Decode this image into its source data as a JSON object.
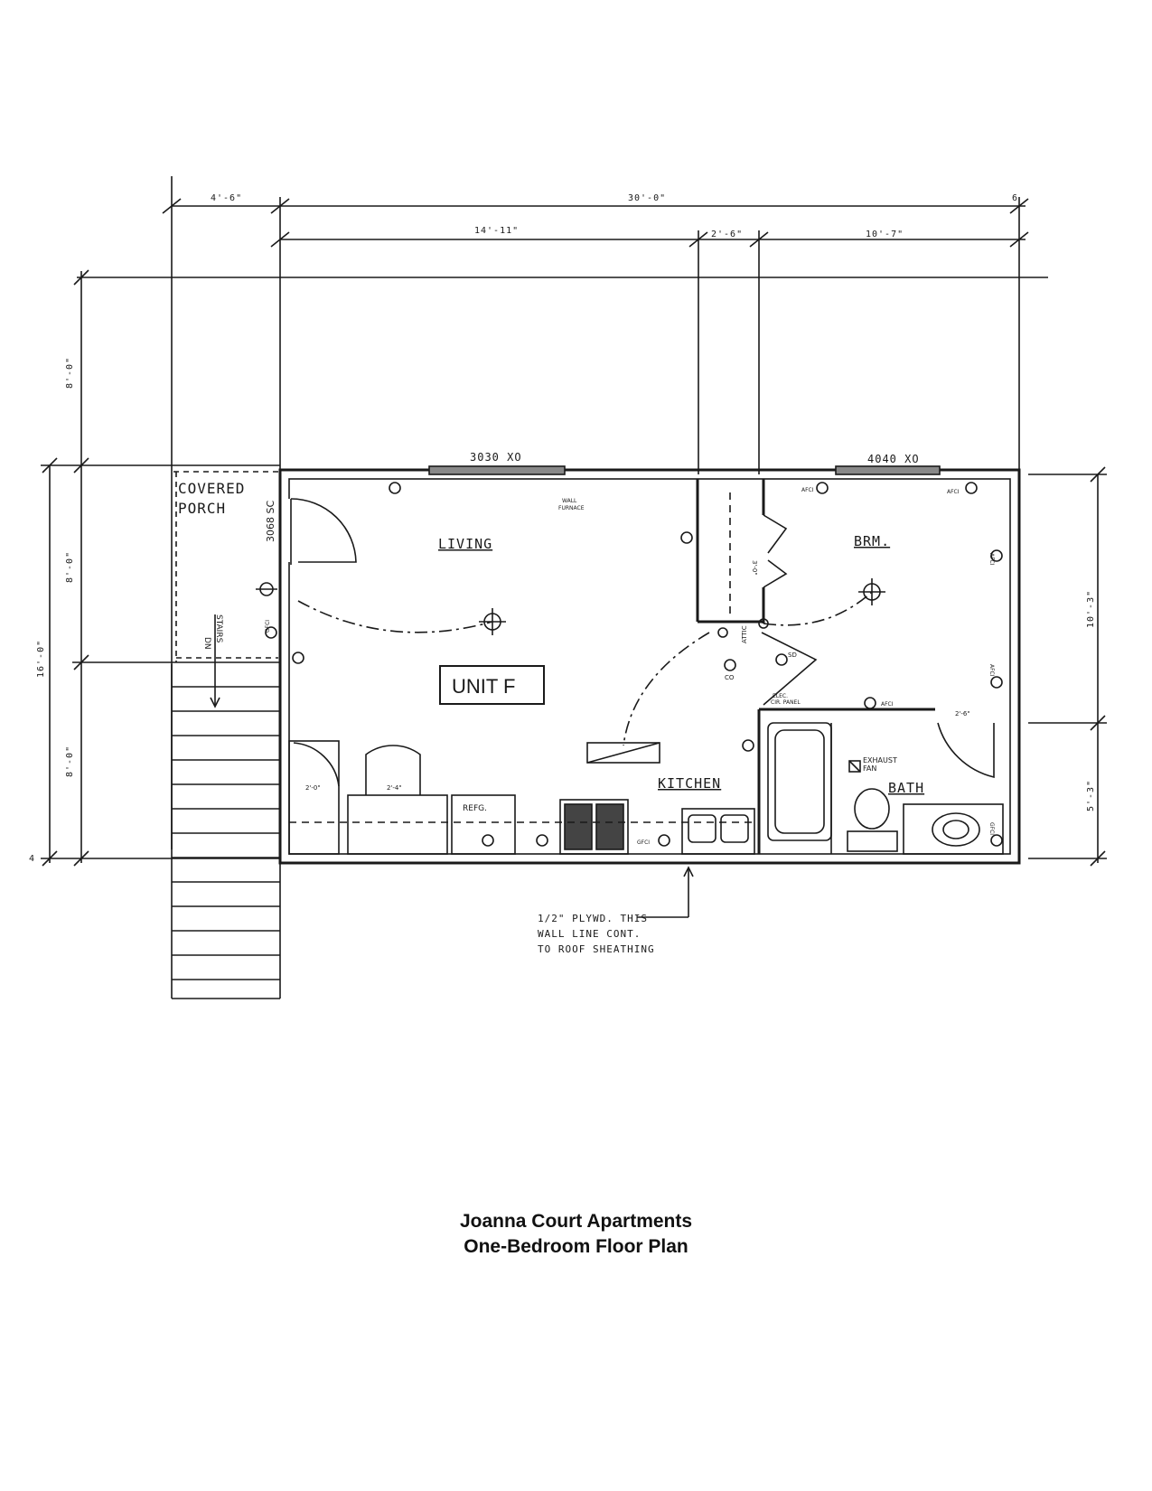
{
  "title": "Joanna Court Apartments",
  "subtitle": "One-Bedroom Floor Plan",
  "colors": {
    "ink": "#1a1a1a",
    "paper": "#ffffff"
  },
  "dimensions": {
    "top_porch": "4'-6\"",
    "top_total": "30'-0\"",
    "top_living": "14'-11\"",
    "top_closet": "2'-6\"",
    "top_bedroom": "10'-7\"",
    "top_right_mark": "6",
    "left_upper": "8'-0\"",
    "left_mid": "8'-0\"",
    "left_total": "16'-0\"",
    "left_lower": "8'-0\"",
    "left_bottom_mark": "4",
    "right_bedroom": "10'-3\"",
    "right_bath": "5'-3\""
  },
  "windows": {
    "living": "3030 XO",
    "bedroom": "4040 XO"
  },
  "rooms": {
    "porch_line1": "COVERED",
    "porch_line2": "PORCH",
    "living": "LIVING",
    "bedroom": "BRM.",
    "unit": "UNIT F",
    "kitchen": "KITCHEN",
    "bath": "BATH"
  },
  "labels": {
    "door": "3068 SC",
    "stairs_dn": "DN",
    "stairs": "STAIRS",
    "wall_furnace1": "WALL",
    "wall_furnace2": "FURNACE",
    "refrigerator": "REFG.",
    "closet_depth": "3'-0\"",
    "pantry1": "2'-0\"",
    "pantry2": "2'-4\"",
    "bath_door": "2'-6\"",
    "exhaust1": "EXHAUST",
    "exhaust2": "FAN",
    "attic": "ATTIC",
    "co": "CO",
    "sd": "SD",
    "elec1": "ELEC.",
    "elec2": "CIR. PANEL",
    "afci": "AFCI",
    "gfci": "GFCI"
  },
  "note": {
    "line1": "1/2\" PLYWD. THIS",
    "line2": "WALL LINE CONT.",
    "line3": "TO ROOF SHEATHING"
  }
}
